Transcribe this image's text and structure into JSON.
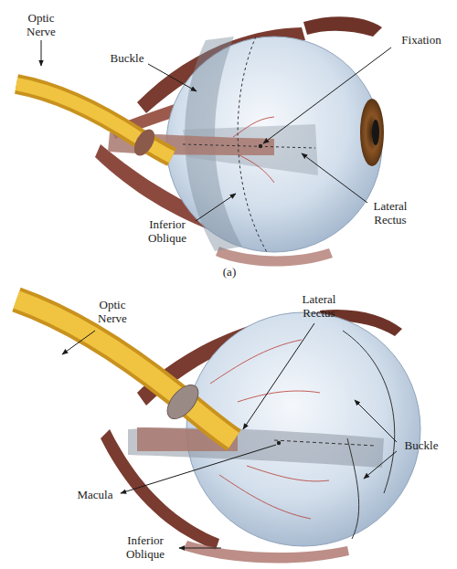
{
  "diagram": {
    "labels": [
      "Optic Nerve",
      "Buckle",
      "Fixation",
      "Lateral Rectus",
      "Inferior Oblique",
      "(a)",
      "Optic Nerve",
      "Lateral Rectus",
      "Buckle",
      "Macula",
      "Inferior Oblique"
    ]
  }
}
